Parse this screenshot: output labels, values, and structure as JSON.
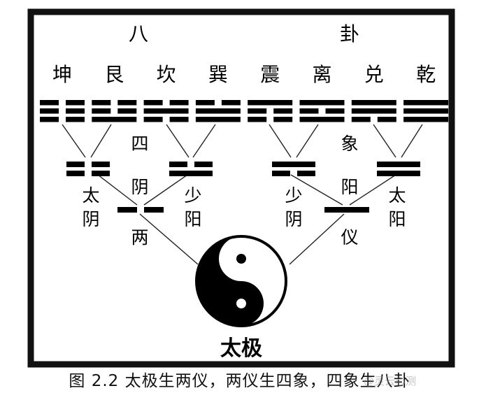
{
  "heading": {
    "ba": "八",
    "gua": "卦"
  },
  "trigrams": [
    {
      "name": "坤",
      "lines": [
        0,
        0,
        0
      ]
    },
    {
      "name": "艮",
      "lines": [
        1,
        0,
        0
      ]
    },
    {
      "name": "坎",
      "lines": [
        0,
        1,
        0
      ]
    },
    {
      "name": "巽",
      "lines": [
        1,
        1,
        0
      ]
    },
    {
      "name": "震",
      "lines": [
        0,
        0,
        1
      ]
    },
    {
      "name": "离",
      "lines": [
        1,
        0,
        1
      ]
    },
    {
      "name": "兑",
      "lines": [
        0,
        1,
        1
      ]
    },
    {
      "name": "乾",
      "lines": [
        1,
        1,
        1
      ]
    }
  ],
  "four_images": {
    "label_si": "四",
    "label_xiang": "象",
    "items": [
      {
        "name": "太阴",
        "lines": [
          0,
          0
        ]
      },
      {
        "name": "少阳",
        "lines": [
          1,
          0
        ]
      },
      {
        "name": "少阴",
        "lines": [
          0,
          1
        ]
      },
      {
        "name": "太阳",
        "lines": [
          1,
          1
        ]
      }
    ]
  },
  "two_modes": {
    "label_liang": "两",
    "label_yi": "仪",
    "yin": "阴",
    "yang": "阳"
  },
  "taiji": "太极",
  "caption": "图 2.2 太极生两仪，两仪生四象，四象生八卦",
  "watermark": "@灵云心测",
  "colors": {
    "ink": "#000000",
    "paper": "#ffffff",
    "frame": "#111111"
  }
}
